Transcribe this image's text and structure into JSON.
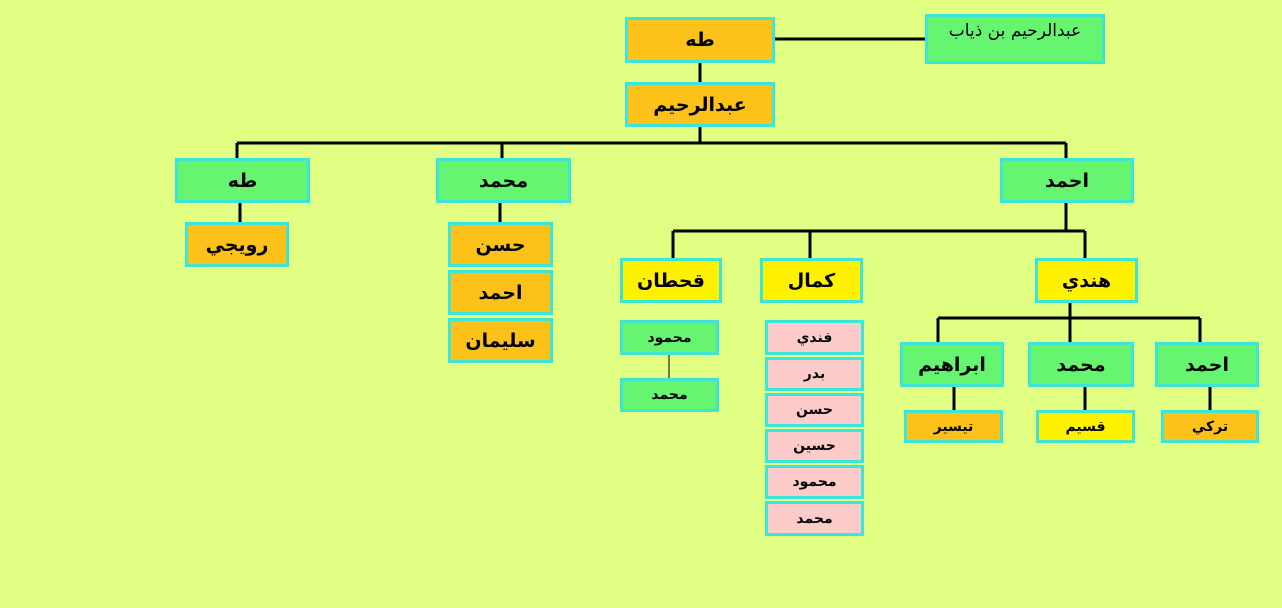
{
  "colors": {
    "background": "#e1ff82",
    "orange": "#fcc219",
    "green": "#66f571",
    "yellow": "#fff200",
    "pink": "#fecbcb",
    "border": "#3be6d8",
    "line": "#000000"
  },
  "tree": {
    "root": "طه",
    "root_parent": "عبدالرحيم بن ذياب",
    "son": "عبدالرحيم",
    "gen3": {
      "taha": {
        "name": "طه",
        "children": [
          "رويجي"
        ]
      },
      "mohammed": {
        "name": "محمد",
        "children": [
          "حسن",
          "احمد",
          "سليمان"
        ]
      },
      "ahmed": {
        "name": "احمد"
      }
    },
    "ahmed_children": {
      "qahtan": {
        "name": "قحطان",
        "children": [
          "محمود",
          "محمد"
        ]
      },
      "kamal": {
        "name": "كمال",
        "children": [
          "فندي",
          "بدر",
          "حسن",
          "حسين",
          "محمود",
          "محمد"
        ]
      },
      "hindi": {
        "name": "هندي"
      }
    },
    "hindi_children": {
      "ibrahim": {
        "name": "ابراهيم",
        "child": "تيسير"
      },
      "mohammed": {
        "name": "محمد",
        "child": "قسيم"
      },
      "ahmed": {
        "name": "احمد",
        "child": "تركي"
      }
    }
  }
}
